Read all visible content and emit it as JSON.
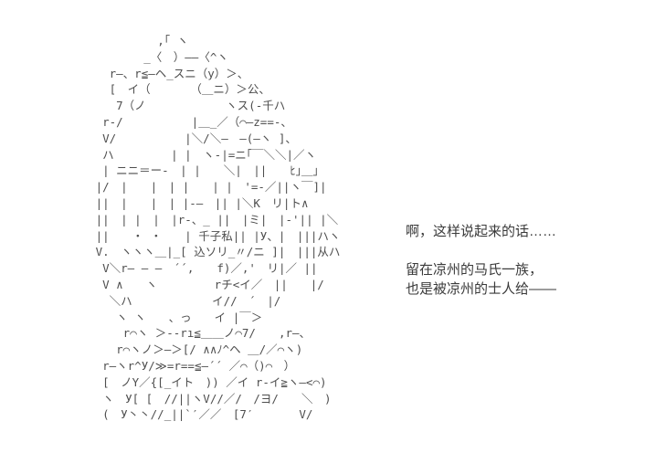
{
  "scene": {
    "type": "aa-visual-novel-frame",
    "colors": {
      "background": "#ffffff",
      "art_stroke": "#4e4e4e",
      "dialogue_text": "#3a3a3a"
    },
    "ascii_art": {
      "description": "large ascii-art character portrait",
      "lines": [
        "            ,｢ ヽ",
        "          _〈　）――〈^ヽ",
        "     r―、r≦―ヘ_スニ（у）＞、",
        "     [　イ（　　　　（＿ニ）＞公、",
        "      7（ノ　　　　　　　ヽス(-千ハ",
        "    r‐/　　　　　　|＿_／（⌒―z==-、",
        "    V/　　　　　　|＼/＼―　―(―ヽ ]、",
        "    ハ　　　　　| |　ヽ-|=ニ｢￣＼＼|／ヽ",
        "    | ニニ＝ー-　| |　　＼|　||　　ﾋ｣＿｣",
        "   |/　|　　|　| |　　| |　'=-／||ヽ￣]|",
        "   ||　|　　|　| |-―　|| |＼K　リ|ト∧",
        "   ||　| |　|　|r-、_ ||　|ミ|　|-'|| |＼",
        "   ||　　・ ・　　| 千子私|| |У、|　|||ハヽ",
        "   V.　ヽヽヽ＿|_[ 込ソリ_〃/ニ ]|　|||从ハ",
        "    V＼r― ― ―　´´,　　f)／,'　リ|／ ||",
        "    V ∧　　ヽ　　　　　rチ<イ／　||　　|/",
        "     ＼ハ　　　　　　　イ//　´　|/",
        "      ヽ ヽ　　、っ　　イ |￣＞",
        "       r⌒ヽ ＞--rı≦＿＿ノ⌒7/　　,r―、",
        "      r⌒ヽノ＞―＞[/ ∧∧ﾉ^ヘ ＿/／⌒ヽ)",
        "    r―ヽr^У/≫=r==≦―´´ ／⌒（)⌒　）",
        "    [　ノY／{[_イト　)) ／イ r-イ≧ヽ―<⌒)",
        "    ヽ　У[ [　//||ヽV//／/　/ヨ/　　＼　)",
        "    (　У丶丶//_||`′／／　[7′　　　　V/"
      ]
    },
    "dialogue": {
      "lines": [
        "啊，这样说起来的话……",
        "",
        "留在凉州的马氏一族，",
        "也是被凉州的士人给——"
      ]
    }
  }
}
